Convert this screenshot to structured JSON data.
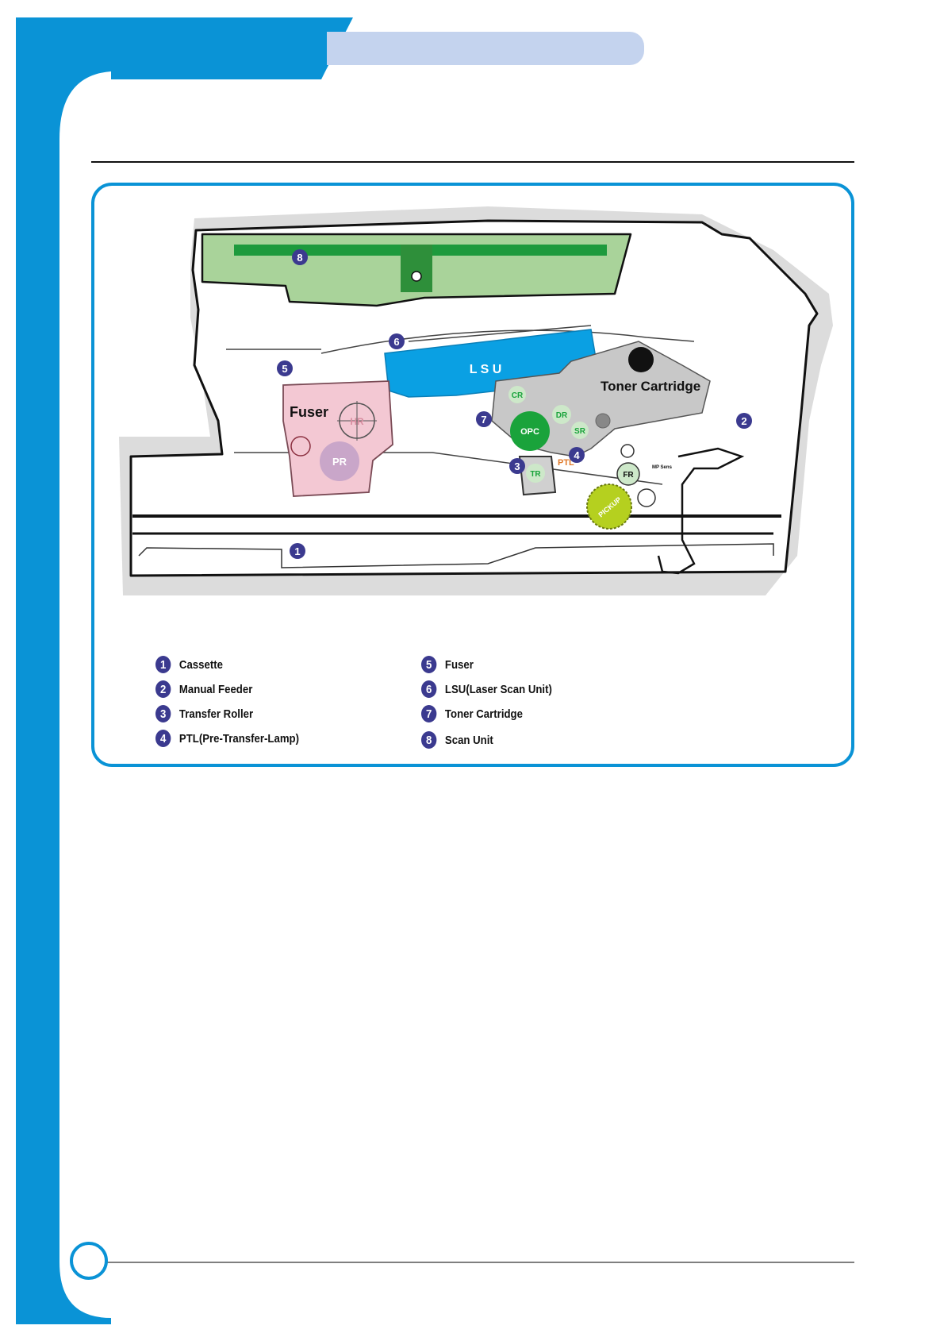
{
  "colors": {
    "accent_blue": "#0a93d6",
    "tab_lavender": "#c4d3ee",
    "callout_navy": "#3b3a8f",
    "scan_green": "#a9d39a",
    "lsu_blue": "#0aa0e3",
    "fuser_pink": "#f3c8d3",
    "toner_gray": "#c8c8c8",
    "opc_green": "#1aa33b",
    "pickup_yellow": "#b5d01f"
  },
  "diagram": {
    "labels": {
      "lsu": "L S U",
      "fuser": "Fuser",
      "toner_cartridge": "Toner Cartridge",
      "pr": "PR",
      "hr": "HR",
      "cr": "CR",
      "dr": "DR",
      "sr": "SR",
      "opc": "OPC",
      "ptl": "PTL",
      "tr": "TR",
      "fr": "FR",
      "mp_sens": "MP Sens",
      "pickup": "PICKUP"
    },
    "callouts": [
      "1",
      "2",
      "3",
      "4",
      "5",
      "6",
      "7",
      "8"
    ]
  },
  "legend": [
    {
      "num": "1",
      "label": "Cassette"
    },
    {
      "num": "2",
      "label": "Manual Feeder"
    },
    {
      "num": "3",
      "label": "Transfer Roller"
    },
    {
      "num": "4",
      "label": "PTL(Pre-Transfer-Lamp)"
    },
    {
      "num": "5",
      "label": "Fuser"
    },
    {
      "num": "6",
      "label": "LSU(Laser Scan Unit)"
    },
    {
      "num": "7",
      "label": "Toner Cartridge"
    },
    {
      "num": "8",
      "label": "Scan Unit"
    }
  ]
}
